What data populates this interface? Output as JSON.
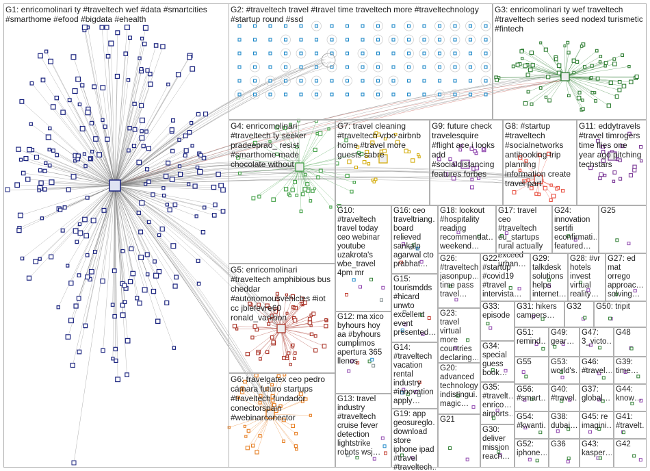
{
  "colors": {
    "edge": "#7a7a7a",
    "g1": "#1a237e",
    "g2": "#1e88c8",
    "g3": "#2e7d32",
    "g4": "#43a047",
    "g5": "#b71c1c",
    "g6": "#e67e22",
    "g7": "#f1c40f",
    "g8": "#e74c3c",
    "g9": "#8e44ad",
    "g10": "#9b59b6",
    "g11": "#7d3c98"
  },
  "groups": [
    {
      "id": "g1",
      "label": "G1: enricomolinari ty #traveltech wef #data #smartcities #smarthome #efood #bigdata #ehealth"
    },
    {
      "id": "g2",
      "label": "G2: #traveltech travel #travel time traveltech more #traveltechnology #startup round #ssd"
    },
    {
      "id": "g3",
      "label": "G3: enricomolinari ty wef traveltech #traveltech series seed nodexl turismetic #fintech"
    },
    {
      "id": "g4",
      "label": "G4: enricomolinari #traveltech ty seeker pradeeprao_ resist #smarthome made chocolate without"
    },
    {
      "id": "g7",
      "label": "G7: travel cleaning #traveltech vrbo airbnb home #travel more guests sabre"
    },
    {
      "id": "g9",
      "label": "G9: future check travelesquire #flight ace i looks add #socialdistancing features forbes"
    },
    {
      "id": "g8",
      "label": "G8: #startup #traveltech #socialnetworks antibooking trip planning information create travel part"
    },
    {
      "id": "g11",
      "label": "G11: eddytravels #travel timrogers time flies one year ago pitching techstars"
    },
    {
      "id": "g5",
      "label": "G5: enricomolinari #traveltech amphibious bus cheddar #autonomousvehicles #iot cc jblefevre60 ronald_vanloon"
    },
    {
      "id": "g6",
      "label": "G6: travelgatex ceo pedro cámara futuro startups #traveltech fundador conectorspain #webinarconector"
    },
    {
      "id": "g10",
      "label": "G10: #traveltech travel today ceo webinar youtube uzakrota's wbe_travel 4pm mr"
    },
    {
      "id": "g12",
      "label": "G12: ma xico byhours hoy aa #byhours cumplimos apertura 365 llenos"
    },
    {
      "id": "g13",
      "label": "G13: travel industry #traveltech cruise fever detection lightstrike robots wsj…"
    },
    {
      "id": "g16",
      "label": "G16: ceo traveltriang… board relieved sankalp agarwal cto prabhat…"
    },
    {
      "id": "g15",
      "label": "G15: tourismdds #hicard unwto excellent event presented…"
    },
    {
      "id": "g14",
      "label": "G14: #traveltech vacation rental industry #innovation apply…"
    },
    {
      "id": "g19",
      "label": "G19: app geosureglo… download store iphone ipad #travel #traveltech…"
    },
    {
      "id": "g18",
      "label": "G18: lookout #hospitality reading recommendat… weekend…"
    },
    {
      "id": "g17",
      "label": "G17: travel ceo #traveltech eu_startups rural actually exceed urban…"
    },
    {
      "id": "g24",
      "label": "G24: innovation sertifi econfirmati… featured…"
    },
    {
      "id": "g25",
      "label": "G25"
    },
    {
      "id": "g26",
      "label": "G26: #traveltech jasonpup… time pass travel…"
    },
    {
      "id": "g22",
      "label": "G22: #startup #covid19 #travel intervista…"
    },
    {
      "id": "g29",
      "label": "G29: talkdesk solutions helps internet…"
    },
    {
      "id": "g28",
      "label": "G28: #vr hotels invest virtual reality…"
    },
    {
      "id": "g27",
      "label": "G27: ed mat orrego approac… solving…"
    },
    {
      "id": "g23",
      "label": "G23: travel virtual more countries declaring…"
    },
    {
      "id": "g33",
      "label": "G33: episode"
    },
    {
      "id": "g31",
      "label": "G31: hikers campers…"
    },
    {
      "id": "g32",
      "label": "G32"
    },
    {
      "id": "g50",
      "label": "G50: tripit"
    },
    {
      "id": "g20",
      "label": "G20: advanced technology indistingui… magic…"
    },
    {
      "id": "g34",
      "label": "G34: special guess book…"
    },
    {
      "id": "g51",
      "label": "G51: remind…"
    },
    {
      "id": "g49",
      "label": "G49: gear…"
    },
    {
      "id": "g47",
      "label": "G47: 3_victo…"
    },
    {
      "id": "g48",
      "label": "G48"
    },
    {
      "id": "g55",
      "label": "G55"
    },
    {
      "id": "g53",
      "label": "G53: world's…"
    },
    {
      "id": "g46",
      "label": "G46: #travel…"
    },
    {
      "id": "g39",
      "label": "G39: time…"
    },
    {
      "id": "g35",
      "label": "G35: #travelt… enrico… airports…"
    },
    {
      "id": "g56",
      "label": "G56: #smart…"
    },
    {
      "id": "g40",
      "label": "G40: #travel…"
    },
    {
      "id": "g37",
      "label": "G37: global…"
    },
    {
      "id": "g44",
      "label": "G44: know…"
    },
    {
      "id": "g21",
      "label": "G21"
    },
    {
      "id": "g30",
      "label": "G30: deliver mission reach…"
    },
    {
      "id": "g54",
      "label": "G54: #kwanti…"
    },
    {
      "id": "g38",
      "label": "G38: dubai…"
    },
    {
      "id": "g45",
      "label": "G45: re imagini…"
    },
    {
      "id": "g41",
      "label": "G41: #travelt…"
    },
    {
      "id": "g52",
      "label": "G52: iphone…"
    },
    {
      "id": "g36",
      "label": "G36"
    },
    {
      "id": "g43",
      "label": "G43: kasper…"
    },
    {
      "id": "g42",
      "label": "G42"
    }
  ]
}
